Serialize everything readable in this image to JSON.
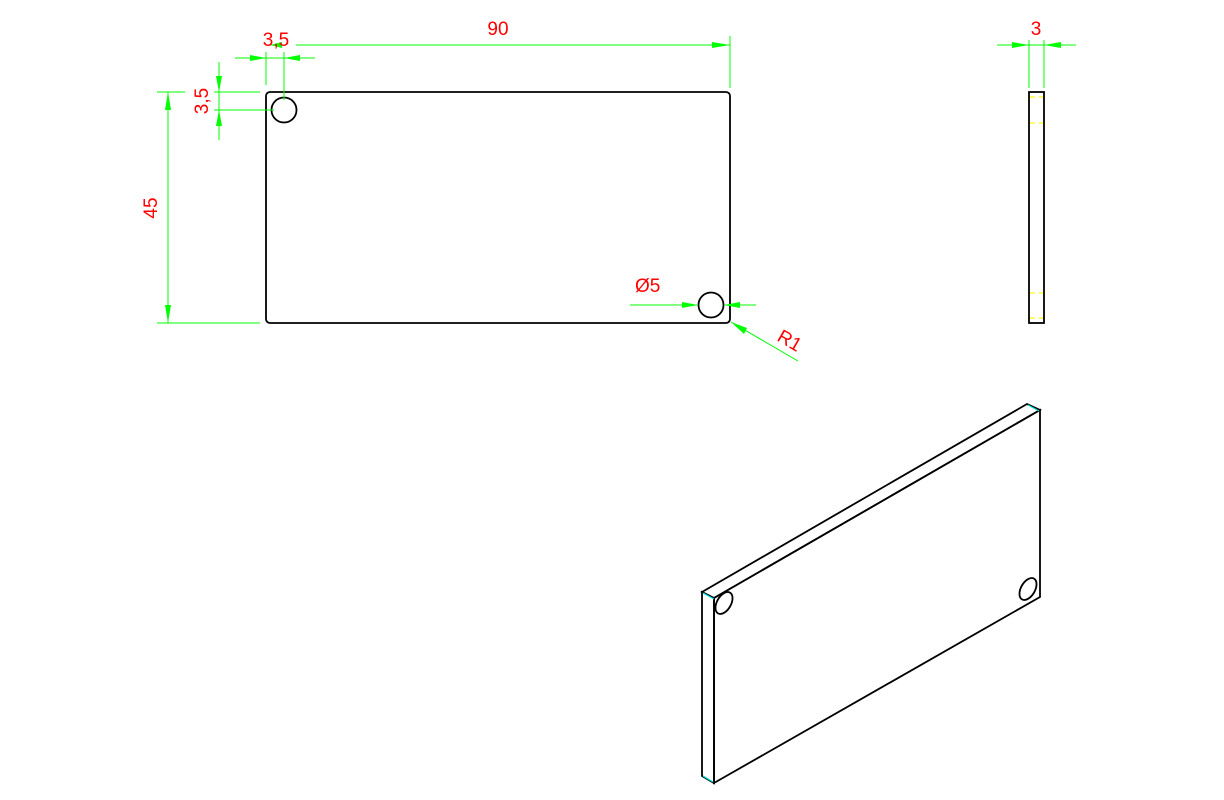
{
  "drawing": {
    "front_view": {
      "dimensions": {
        "width": "90",
        "height": "45",
        "hole_offset_x": "3,5",
        "hole_offset_y": "3,5",
        "hole_diameter": "Ø5",
        "corner_radius": "R1"
      }
    },
    "side_view": {
      "dimensions": {
        "thickness": "3"
      }
    },
    "colors": {
      "geometry": "#000000",
      "dimension_lines": "#00ff00",
      "dimension_text": "#ff0000",
      "hidden_lines": "#ffff00"
    }
  }
}
